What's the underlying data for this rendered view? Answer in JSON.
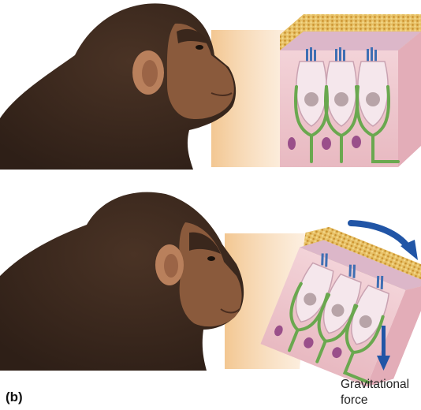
{
  "figure": {
    "panel_label": "(b)",
    "force_label": [
      "Gravitational",
      "force"
    ],
    "colors": {
      "fur_dark": "#2e1f17",
      "fur_mid": "#4a3325",
      "skin": "#8a5a3c",
      "ear": "#b9805c",
      "beam": "#f2c48c",
      "tissue": "#efc6cc",
      "cell_fill": "#f5e7ec",
      "nucleus": "#b8a4a8",
      "nerve": "#6aa84f",
      "supporting_nucleus": "#9a4f8a",
      "otoliths": "#e2b34a",
      "hair_bundle": "#3f6fb3",
      "arrow": "#2155a6"
    },
    "icons": {
      "top_animal": "chimpanzee-head-upright",
      "bottom_animal": "chimpanzee-head-tilted",
      "top_tissue": "macula-hair-cells-upright",
      "bottom_tissue": "macula-hair-cells-tilted",
      "tilt_arrow": "curved-arrow-icon",
      "force_arrow": "arrow-down-icon"
    }
  }
}
